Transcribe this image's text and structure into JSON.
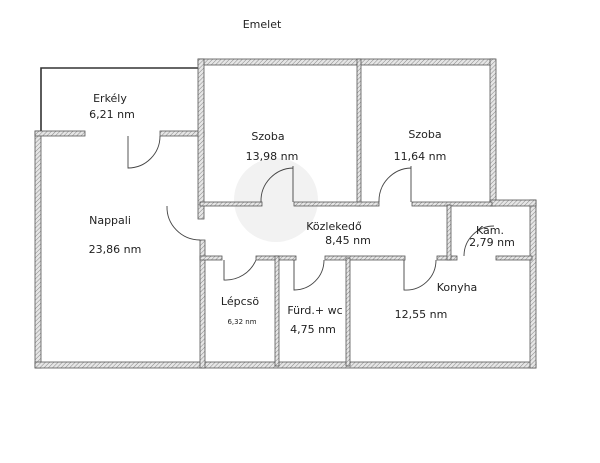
{
  "title": "Emelet",
  "rooms": [
    {
      "name": "Erkély",
      "area": "6,21 nm"
    },
    {
      "name": "Szoba",
      "area": "13,98 nm"
    },
    {
      "name": "Szoba",
      "area": "11,64 nm"
    },
    {
      "name": "Nappali",
      "area": "23,86 nm"
    },
    {
      "name": "Közlekedő",
      "area": "8,45 nm"
    },
    {
      "name": "Kam.",
      "area": "2,79 nm"
    },
    {
      "name": "Lépcsö",
      "area": "6,32 nm"
    },
    {
      "name": "Fürd.+ wc",
      "area": "4,75 nm"
    },
    {
      "name": "Konyha",
      "area": "12,55 nm"
    }
  ],
  "colors": {
    "wall": "#9a9a9a",
    "line": "#333333"
  }
}
